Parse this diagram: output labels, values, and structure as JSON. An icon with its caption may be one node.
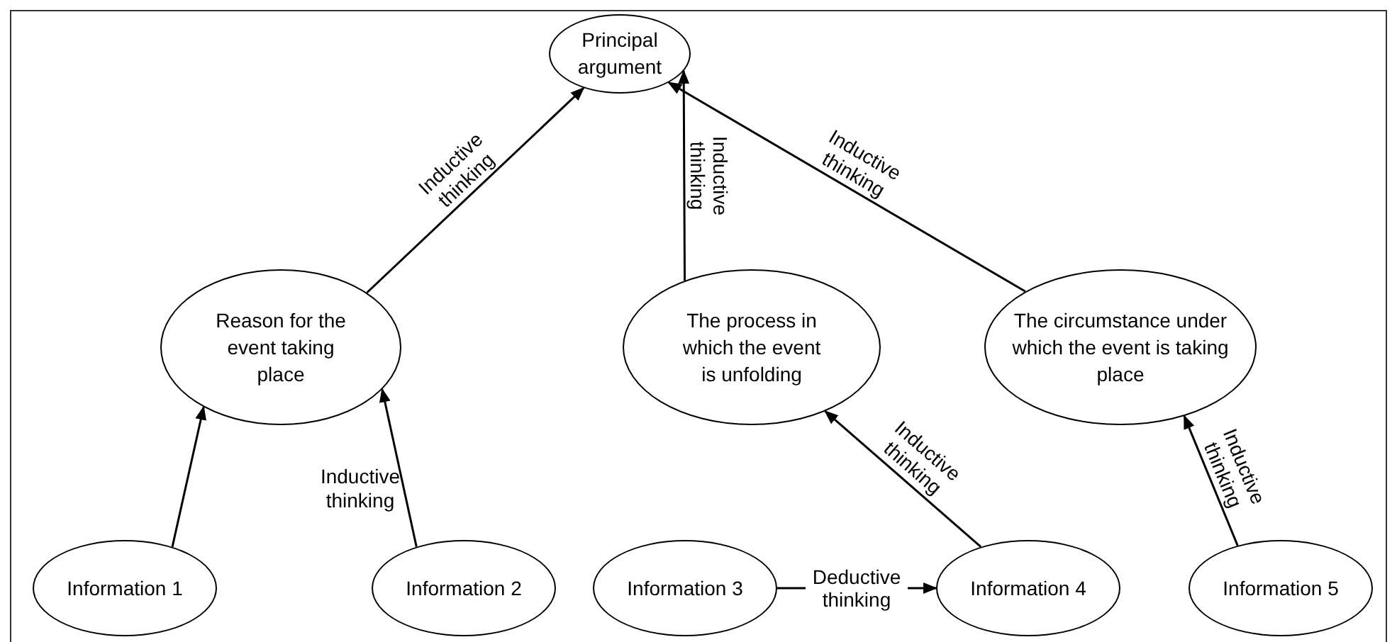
{
  "diagram": {
    "nodes": [
      {
        "text": [
          "Principal argument"
        ]
      },
      {
        "text": [
          "Reason for the event taking place"
        ]
      },
      {
        "text": [
          "The process in which the event is unfolding"
        ]
      },
      {
        "text": [
          "The circumstance under which the event is taking place"
        ]
      },
      {
        "text": [
          "Information 1"
        ]
      },
      {
        "text": [
          "Information 2"
        ]
      },
      {
        "text": [
          "Information 3"
        ]
      },
      {
        "text": [
          "Information 4"
        ]
      },
      {
        "text": [
          "Information 5"
        ]
      }
    ],
    "edges": [
      {
        "from": 1,
        "to": 0,
        "arrow": "to",
        "label": "Inductive thinking"
      },
      {
        "from": 2,
        "to": 0,
        "arrow": "to",
        "label": "Inductive thinking"
      },
      {
        "from": 3,
        "to": 0,
        "arrow": "to",
        "label": "Inductive thinking"
      },
      {
        "from": 4,
        "to": 1,
        "arrow": "to"
      },
      {
        "from": 5,
        "to": 1,
        "arrow": "to"
      },
      {
        "from": 6,
        "to": 7,
        "arrow": "to",
        "label": "Deductive thinking"
      },
      {
        "from": 7,
        "to": 2,
        "arrow": "to",
        "label": "Inductive thinking"
      },
      {
        "from": 8,
        "to": 3,
        "arrow": "to",
        "label": "Inductive thinking"
      }
    ],
    "labels": [
      "Inductive thinking"
    ]
  }
}
